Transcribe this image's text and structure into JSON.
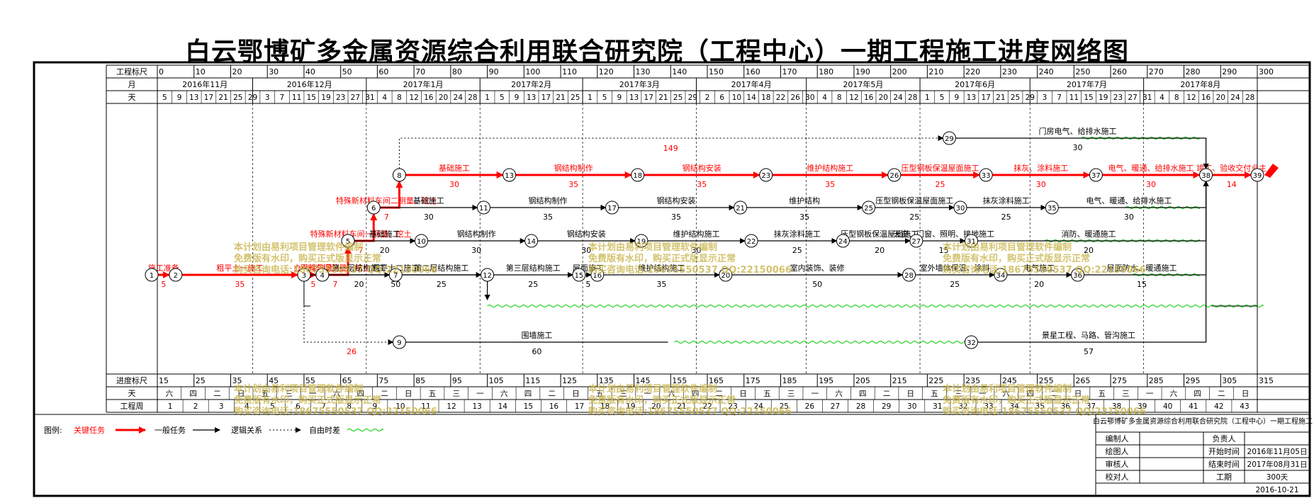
{
  "title": "白云鄂博矿多金属资源综合利用联合研究院（工程中心）一期工程施工进度网络图",
  "colors": {
    "critical": "#ff0000",
    "normal": "#000000",
    "float": "#00cc00",
    "watermark": "#c8b44a",
    "critical_text": "#ff0000"
  },
  "rows": {
    "top_scale_label": "工程标尺",
    "month_label": "月",
    "day_label": "天",
    "progress_label": "进度标尺",
    "weekday_label": "天",
    "week_label": "工程周"
  },
  "top_scale_values": [
    "0",
    "10",
    "20",
    "30",
    "40",
    "50",
    "60",
    "70",
    "80",
    "90",
    "100",
    "110",
    "120",
    "130",
    "140",
    "150",
    "160",
    "170",
    "180",
    "190",
    "200",
    "210",
    "220",
    "230",
    "240",
    "250",
    "260",
    "270",
    "280",
    "290",
    "300"
  ],
  "months": [
    "2016年11月",
    "2016年12月",
    "2017年1月",
    "2017年2月",
    "2017年3月",
    "2017年4月",
    "2017年5月",
    "2017年6月",
    "2017年7月",
    "2017年8月"
  ],
  "days": [
    "5",
    "9",
    "13",
    "17",
    "21",
    "25",
    "29",
    "3",
    "7",
    "11",
    "15",
    "19",
    "23",
    "27",
    "31",
    "4",
    "8",
    "12",
    "16",
    "20",
    "24",
    "28",
    "1",
    "5",
    "9",
    "13",
    "17",
    "21",
    "25",
    "1",
    "5",
    "9",
    "13",
    "17",
    "21",
    "25",
    "29",
    "2",
    "6",
    "10",
    "14",
    "18",
    "22",
    "26",
    "30",
    "4",
    "8",
    "12",
    "16",
    "20",
    "24",
    "28",
    "1",
    "5",
    "9",
    "13",
    "17",
    "21",
    "25",
    "29",
    "3",
    "7",
    "11",
    "15",
    "19",
    "23",
    "27",
    "31",
    "4",
    "8",
    "12",
    "16",
    "20",
    "24",
    "28"
  ],
  "progress_values": [
    "15",
    "25",
    "35",
    "45",
    "55",
    "65",
    "75",
    "85",
    "95",
    "105",
    "115",
    "125",
    "135",
    "145",
    "155",
    "165",
    "175",
    "185",
    "195",
    "205",
    "215",
    "225",
    "235",
    "245",
    "255",
    "265",
    "275",
    "285",
    "295",
    "305",
    "315"
  ],
  "weekdays": [
    "六",
    "四",
    "二",
    "日",
    "五",
    "三",
    "一",
    "六",
    "四",
    "二",
    "日",
    "五",
    "三",
    "一",
    "六",
    "四",
    "二",
    "日",
    "五",
    "三",
    "一",
    "六",
    "四",
    "二",
    "日",
    "五",
    "三",
    "一",
    "六",
    "四",
    "二",
    "日",
    "五",
    "三",
    "一",
    "六",
    "四",
    "二",
    "日",
    "五",
    "三",
    "一",
    "六",
    "四",
    "二",
    "日"
  ],
  "weeks": [
    "1",
    "2",
    "3",
    "4",
    "5",
    "6",
    "7",
    "8",
    "9",
    "10",
    "11",
    "12",
    "13",
    "14",
    "15",
    "16",
    "17",
    "18",
    "19",
    "20",
    "21",
    "22",
    "23",
    "24",
    "25",
    "26",
    "27",
    "28",
    "29",
    "30",
    "31",
    "32",
    "33",
    "34",
    "35",
    "36",
    "37",
    "38",
    "39",
    "40",
    "41",
    "42",
    "43"
  ],
  "nodes": [
    {
      "id": "1",
      "day": 0,
      "lane": "main"
    },
    {
      "id": "2",
      "day": 5,
      "lane": "main"
    },
    {
      "id": "3",
      "day": 40,
      "lane": "main"
    },
    {
      "id": "4",
      "day": 45,
      "lane": "main"
    },
    {
      "id": "5",
      "day": 52,
      "lane": "r5"
    },
    {
      "id": "6",
      "day": 59,
      "lane": "r6"
    },
    {
      "id": "7",
      "day": 65,
      "lane": "main"
    },
    {
      "id": "8",
      "day": 66,
      "lane": "crit"
    },
    {
      "id": "9",
      "day": 66,
      "lane": "wall"
    },
    {
      "id": "10",
      "day": 72,
      "lane": "r5"
    },
    {
      "id": "11",
      "day": 89,
      "lane": "r6"
    },
    {
      "id": "12",
      "day": 90,
      "lane": "main"
    },
    {
      "id": "13",
      "day": 96,
      "lane": "crit"
    },
    {
      "id": "14",
      "day": 102,
      "lane": "r5"
    },
    {
      "id": "15",
      "day": 115,
      "lane": "main"
    },
    {
      "id": "16",
      "day": 120,
      "lane": "main"
    },
    {
      "id": "17",
      "day": 124,
      "lane": "r6"
    },
    {
      "id": "18",
      "day": 131,
      "lane": "crit"
    },
    {
      "id": "19",
      "day": 132,
      "lane": "r5"
    },
    {
      "id": "20",
      "day": 155,
      "lane": "main"
    },
    {
      "id": "21",
      "day": 159,
      "lane": "r6"
    },
    {
      "id": "22",
      "day": 162,
      "lane": "r5"
    },
    {
      "id": "23",
      "day": 166,
      "lane": "crit"
    },
    {
      "id": "24",
      "day": 187,
      "lane": "r5"
    },
    {
      "id": "25",
      "day": 194,
      "lane": "r6"
    },
    {
      "id": "26",
      "day": 201,
      "lane": "crit"
    },
    {
      "id": "27",
      "day": 207,
      "lane": "r5"
    },
    {
      "id": "28",
      "day": 205,
      "lane": "main"
    },
    {
      "id": "29",
      "day": 216,
      "lane": "top"
    },
    {
      "id": "30",
      "day": 219,
      "lane": "r6"
    },
    {
      "id": "31",
      "day": 222,
      "lane": "r5"
    },
    {
      "id": "32",
      "day": 222,
      "lane": "wall"
    },
    {
      "id": "33",
      "day": 226,
      "lane": "crit"
    },
    {
      "id": "34",
      "day": 230,
      "lane": "main"
    },
    {
      "id": "35",
      "day": 244,
      "lane": "r6"
    },
    {
      "id": "36",
      "day": 251,
      "lane": "main"
    },
    {
      "id": "37",
      "day": 256,
      "lane": "crit"
    },
    {
      "id": "38",
      "day": 286,
      "lane": "crit"
    },
    {
      "id": "39",
      "day": 300,
      "lane": "crit"
    }
  ],
  "tasks": [
    {
      "from": "1",
      "to": "2",
      "label": "施工准备",
      "dur": "5",
      "type": "critical"
    },
    {
      "from": "2",
      "to": "3",
      "label": "粗平土一施工",
      "dur": "35",
      "type": "critical"
    },
    {
      "from": "3",
      "to": "4",
      "label": "办公楼测量",
      "dur": "5",
      "type": "critical"
    },
    {
      "from": "4",
      "to": "5",
      "label": "原料车间测量、挖土",
      "dur": "7",
      "type": "critical"
    },
    {
      "from": "5",
      "to": "6",
      "label": "特殊新材料车间一测量、挖土",
      "dur": "7",
      "type": "critical"
    },
    {
      "from": "6",
      "to": "8",
      "label": "特殊新材料车间二测量、挖土",
      "dur": "7",
      "type": "critical"
    },
    {
      "from": "8",
      "to": "13",
      "label": "基础施工",
      "dur": "30",
      "type": "critical"
    },
    {
      "from": "13",
      "to": "18",
      "label": "钢结构制作",
      "dur": "35",
      "type": "critical"
    },
    {
      "from": "18",
      "to": "23",
      "label": "钢结构安装",
      "dur": "35",
      "type": "critical"
    },
    {
      "from": "23",
      "to": "26",
      "label": "维护结构施工",
      "dur": "35",
      "type": "critical"
    },
    {
      "from": "26",
      "to": "33",
      "label": "压型钢板保温屋面施工",
      "dur": "25",
      "type": "critical"
    },
    {
      "from": "33",
      "to": "37",
      "label": "抹灰、涂料施工",
      "dur": "30",
      "type": "critical"
    },
    {
      "from": "37",
      "to": "38",
      "label": "电气、暖通、给排水施工",
      "dur": "30",
      "type": "critical"
    },
    {
      "from": "38",
      "to": "39",
      "label": "竣工、验收交付业主",
      "dur": "14",
      "type": "critical"
    },
    {
      "from": "4",
      "to": "7",
      "label": "第一层结构施工",
      "dur": "20",
      "type": "normal"
    },
    {
      "from": "7",
      "to": "12",
      "label": "第二层结构施工",
      "dur": "25",
      "type": "normal"
    },
    {
      "from": "12",
      "to": "15",
      "label": "第三层结构施工",
      "dur": "25",
      "type": "normal"
    },
    {
      "from": "15",
      "to": "16",
      "label": "屋面施工",
      "dur": "5",
      "type": "normal"
    },
    {
      "from": "16",
      "to": "20",
      "label": "维护结构施工",
      "dur": "35",
      "type": "normal"
    },
    {
      "from": "20",
      "to": "28",
      "label": "室内装饰、装修",
      "dur": "50",
      "type": "normal"
    },
    {
      "from": "28",
      "to": "34",
      "label": "室外墙体保温、涂料",
      "dur": "25",
      "type": "normal"
    },
    {
      "from": "34",
      "to": "36",
      "label": "电气施工",
      "dur": "20",
      "type": "normal"
    },
    {
      "from": "36",
      "to": "38",
      "label": "屋面防水、暖通施工",
      "dur": "15",
      "type": "normal"
    },
    {
      "from": "5",
      "to": "10",
      "label": "基础施工",
      "dur": "20",
      "type": "normal"
    },
    {
      "from": "10",
      "to": "14",
      "label": "钢结构制作",
      "dur": "30",
      "type": "normal"
    },
    {
      "from": "14",
      "to": "19",
      "label": "钢结构安装",
      "dur": "30",
      "type": "normal"
    },
    {
      "from": "19",
      "to": "22",
      "label": "维护结构施工",
      "dur": "30",
      "type": "normal"
    },
    {
      "from": "22",
      "to": "24",
      "label": "抹灰涂料施工",
      "dur": "25",
      "type": "normal"
    },
    {
      "from": "24",
      "to": "27",
      "label": "压型钢板保温屋面施工",
      "dur": "20",
      "type": "normal"
    },
    {
      "from": "27",
      "to": "31",
      "label": "天窗、门窗、照明、接地施工",
      "dur": "15",
      "type": "normal"
    },
    {
      "from": "31",
      "to": "38",
      "label": "消防、暖通施工",
      "dur": "20",
      "type": "normal"
    },
    {
      "from": "6",
      "to": "11",
      "label": "基础施工",
      "dur": "30",
      "type": "normal"
    },
    {
      "from": "11",
      "to": "17",
      "label": "钢结构制作",
      "dur": "35",
      "type": "normal"
    },
    {
      "from": "17",
      "to": "21",
      "label": "钢结构安装",
      "dur": "35",
      "type": "normal"
    },
    {
      "from": "21",
      "to": "25",
      "label": "维护结构",
      "dur": "35",
      "type": "normal"
    },
    {
      "from": "25",
      "to": "30",
      "label": "压型钢板保温屋面施工",
      "dur": "25",
      "type": "normal"
    },
    {
      "from": "30",
      "to": "35",
      "label": "抹灰涂料施工",
      "dur": "25",
      "type": "normal"
    },
    {
      "from": "35",
      "to": "38",
      "label": "电气、暖通、给排水施工",
      "dur": "30",
      "type": "normal"
    },
    {
      "from": "3",
      "to": "F",
      "label": "粗平土二施工",
      "dur": "50",
      "type": "normal"
    },
    {
      "from": "9",
      "to": "W",
      "label": "围墙施工",
      "dur": "60",
      "type": "normal"
    },
    {
      "from": "32",
      "to": "38",
      "label": "景星工程、马路、管沟施工",
      "dur": "57",
      "type": "normal"
    },
    {
      "from": "29",
      "to": "38",
      "label": "门房电气、给排水施工",
      "dur": "30",
      "type": "normal"
    }
  ],
  "float_labels": {
    "top": "149",
    "wall": "26"
  },
  "legend": {
    "prefix": "图例:",
    "critical": "关键任务",
    "normal": "一般任务",
    "logic": "逻辑关系",
    "float": "自由时差"
  },
  "watermark": {
    "line1": "本计划由易利项目管理软件编制",
    "line2": "免费版有水印，购买正式版显示正常",
    "line3": "购买咨询电话:18675550537 QQ:22150066"
  },
  "info": {
    "project": "白云鄂博矿多金属资源综合利用联合研究院（工程中心）一期工程施工",
    "editor_label": "编制人",
    "owner_label": "负责人",
    "drawer_label": "绘图人",
    "start_label": "开始时间",
    "start_value": "2016年11月05日",
    "reviewer_label": "审核人",
    "end_label": "结束时间",
    "end_value": "2017年08月31日",
    "checker_label": "校对人",
    "duration_label": "工期",
    "duration_value": "300天",
    "date": "2016-10-21"
  }
}
